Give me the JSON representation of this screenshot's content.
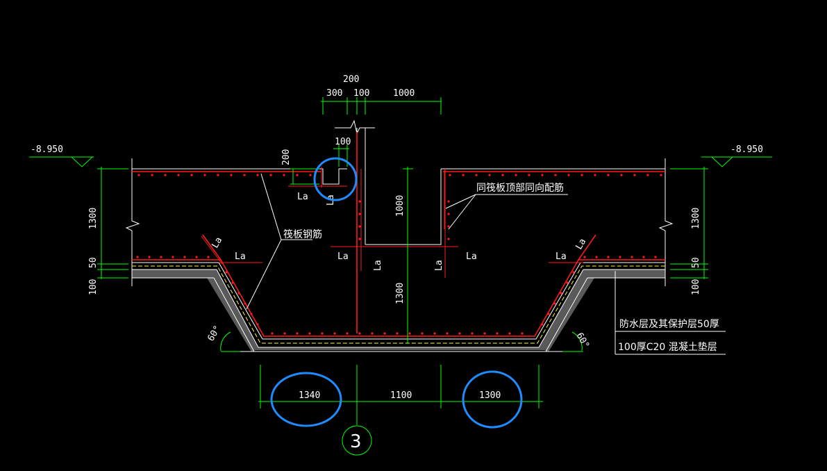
{
  "drawing": {
    "elevation_left": "-8.950",
    "elevation_right": "-8.950",
    "dims_top": {
      "total": "200",
      "left": "300",
      "middle": "100",
      "right": "1000",
      "wall_notch": "100",
      "notch_height": "200"
    },
    "dims_left": {
      "slab": "1300",
      "waterproof": "50",
      "cushion": "100"
    },
    "dims_right": {
      "slab": "1300",
      "waterproof": "50",
      "cushion": "100"
    },
    "dims_inner": {
      "pit_wall": "1000",
      "pit_depth": "1300"
    },
    "dims_bottom": {
      "left": "1340",
      "middle": "1100",
      "right": "1300"
    },
    "anchor_label": "La",
    "angle_left": "60°",
    "angle_right": "60°",
    "callouts": {
      "raft_rebar": "筏板钢筋",
      "same_as_top": "同筏板顶部同向配筋",
      "waterproof_layer": "防水层及其保护层50厚",
      "cushion_layer": "100厚C20 混凝土垫层"
    },
    "axis_label": "3",
    "colors": {
      "background": "#000000",
      "dimension": "#00ff00",
      "rebar": "#ff1a1a",
      "outline": "#ffffff",
      "waterproof": "#ffff33",
      "highlight": "#1e8cff"
    }
  }
}
